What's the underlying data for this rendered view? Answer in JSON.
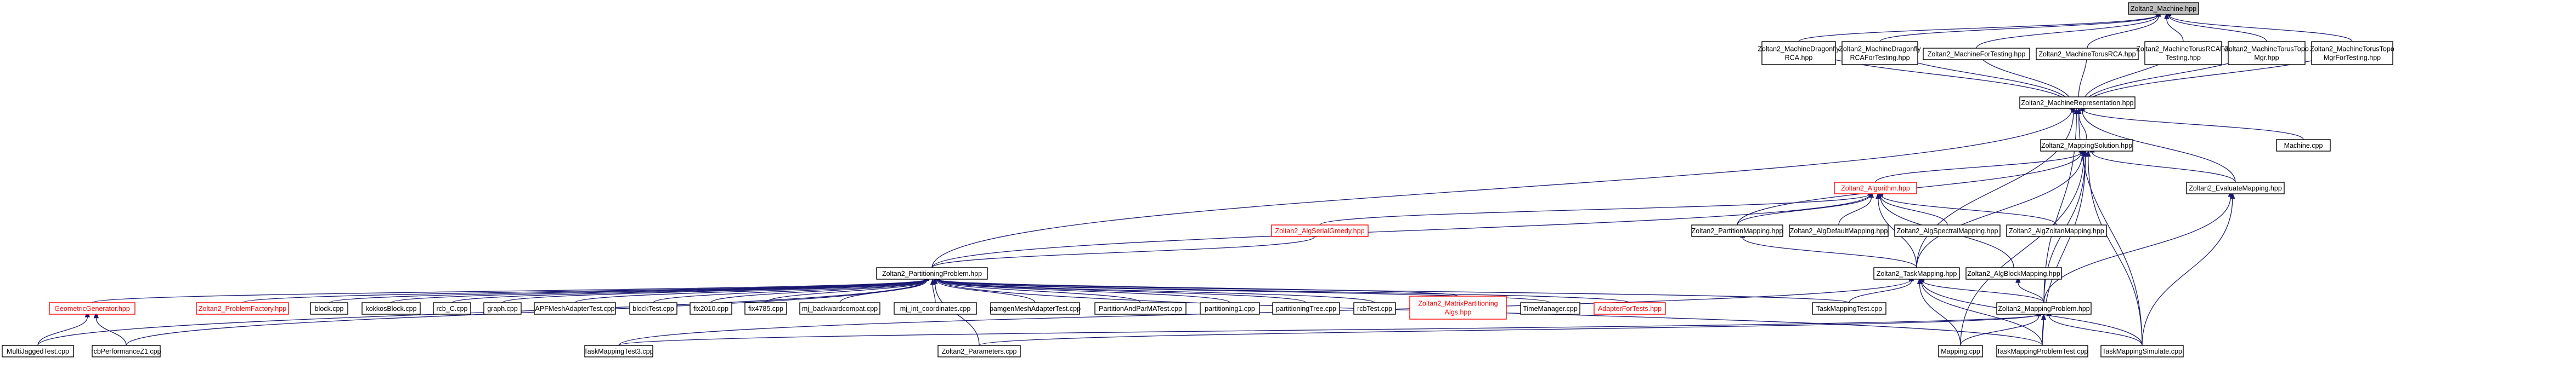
{
  "nodes": {
    "n0": {
      "lines": [
        "Zoltan2_Machine.hpp"
      ]
    },
    "n1": {
      "lines": [
        "Zoltan2_MachineDragonfly",
        "RCA.hpp"
      ]
    },
    "n2": {
      "lines": [
        "Zoltan2_MachineDragonfly",
        "RCAForTesting.hpp"
      ]
    },
    "n3": {
      "lines": [
        "Zoltan2_MachineForTesting.hpp"
      ]
    },
    "n4": {
      "lines": [
        "Zoltan2_MachineTorusRCA.hpp"
      ]
    },
    "n5": {
      "lines": [
        "Zoltan2_MachineTorusRCAFor",
        "Testing.hpp"
      ]
    },
    "n6": {
      "lines": [
        "Zoltan2_MachineTorusTopo",
        "Mgr.hpp"
      ]
    },
    "n7": {
      "lines": [
        "Zoltan2_MachineTorusTopo",
        "MgrForTesting.hpp"
      ]
    },
    "n8": {
      "lines": [
        "Zoltan2_MachineRepresentation.hpp"
      ]
    },
    "n9": {
      "lines": [
        "Machine.cpp"
      ]
    },
    "n10": {
      "lines": [
        "Zoltan2_MappingSolution.hpp"
      ]
    },
    "n11": {
      "lines": [
        "Zoltan2_Algorithm.hpp"
      ]
    },
    "n12": {
      "lines": [
        "Zoltan2_EvaluateMapping.hpp"
      ]
    },
    "n13": {
      "lines": [
        "Zoltan2_AlgSerialGreedy.hpp"
      ]
    },
    "n14": {
      "lines": [
        "Zoltan2_PartitionMapping.hpp"
      ]
    },
    "n15": {
      "lines": [
        "Zoltan2_AlgDefaultMapping.hpp"
      ]
    },
    "n16": {
      "lines": [
        "Zoltan2_AlgSpectralMapping.hpp"
      ]
    },
    "n17": {
      "lines": [
        "Zoltan2_AlgZoltanMapping.hpp"
      ]
    },
    "n18": {
      "lines": [
        "Zoltan2_PartitioningProblem.hpp"
      ]
    },
    "n19": {
      "lines": [
        "Zoltan2_TaskMapping.hpp"
      ]
    },
    "n20": {
      "lines": [
        "Zoltan2_AlgBlockMapping.hpp"
      ]
    },
    "n21": {
      "lines": [
        "GeometricGenerator.hpp"
      ]
    },
    "n22": {
      "lines": [
        "Zoltan2_ProblemFactory.hpp"
      ]
    },
    "n23": {
      "lines": [
        "block.cpp"
      ]
    },
    "n24": {
      "lines": [
        "kokkosBlock.cpp"
      ]
    },
    "n25": {
      "lines": [
        "rcb_C.cpp"
      ]
    },
    "n26": {
      "lines": [
        "graph.cpp"
      ]
    },
    "n27": {
      "lines": [
        "APFMeshAdapterTest.cpp"
      ]
    },
    "n28": {
      "lines": [
        "blockTest.cpp"
      ]
    },
    "n29": {
      "lines": [
        "fix2010.cpp"
      ]
    },
    "n30": {
      "lines": [
        "fix4785.cpp"
      ]
    },
    "n31": {
      "lines": [
        "mj_backwardcompat.cpp"
      ]
    },
    "n32": {
      "lines": [
        "mj_int_coordinates.cpp"
      ]
    },
    "n33": {
      "lines": [
        "pamgenMeshAdapterTest.cpp"
      ]
    },
    "n34": {
      "lines": [
        "PartitionAndParMATest.cpp"
      ]
    },
    "n35": {
      "lines": [
        "partitioning1.cpp"
      ]
    },
    "n36": {
      "lines": [
        "partitioningTree.cpp"
      ]
    },
    "n37": {
      "lines": [
        "rcbTest.cpp"
      ]
    },
    "n38": {
      "lines": [
        "Zoltan2_MatrixPartitioning",
        "Algs.hpp"
      ]
    },
    "n39": {
      "lines": [
        "TimeManager.cpp"
      ]
    },
    "n40": {
      "lines": [
        "AdapterForTests.hpp"
      ]
    },
    "n41": {
      "lines": [
        "TaskMappingTest.cpp"
      ]
    },
    "n42": {
      "lines": [
        "Zoltan2_MappingProblem.hpp"
      ]
    },
    "n43": {
      "lines": [
        "MultiJaggedTest.cpp"
      ]
    },
    "n44": {
      "lines": [
        "rcbPerformanceZ1.cpp"
      ]
    },
    "n45": {
      "lines": [
        "TaskMappingTest3.cpp"
      ]
    },
    "n46": {
      "lines": [
        "Zoltan2_Parameters.cpp"
      ]
    },
    "n47": {
      "lines": [
        "Mapping.cpp"
      ]
    },
    "n48": {
      "lines": [
        "TaskMappingProblemTest.cpp"
      ]
    },
    "n49": {
      "lines": [
        "TaskMappingSimulate.cpp"
      ]
    }
  },
  "edge_color": "#191970",
  "highlight_color": "#ff0000",
  "root_fill": "#bfbfbf"
}
